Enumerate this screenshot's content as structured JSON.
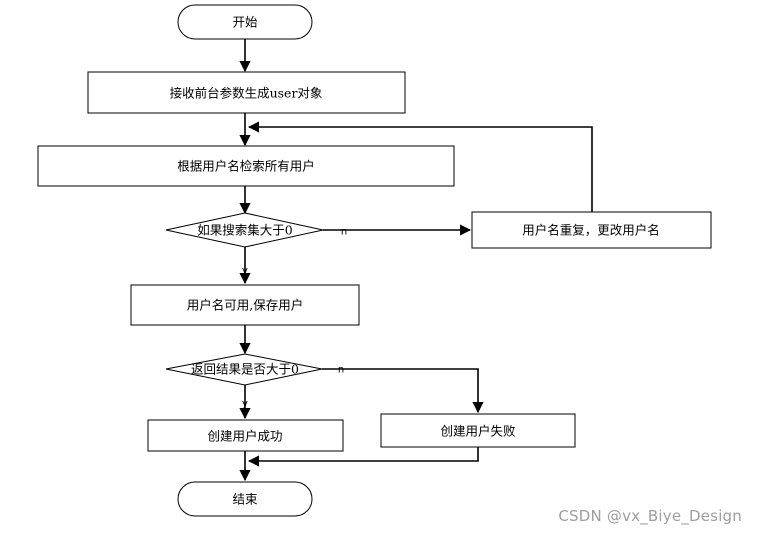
{
  "nodes": {
    "start": "开始",
    "receive_params": "接收前台参数生成user对象",
    "search_users": "根据用户名检索所有用户",
    "decision_search": "如果搜索集大于0",
    "duplicate_name": "用户名重复，更改用户名",
    "name_available": "用户名可用,保存用户",
    "decision_result": "返回结果是否大于0",
    "create_success": "创建用户成功",
    "create_fail": "创建用户失败",
    "end": "结束"
  },
  "edge_labels": {
    "search_no": "n",
    "search_yes": "y",
    "result_no": "n",
    "result_yes": "y"
  },
  "watermark": "CSDN @vx_Biye_Design"
}
